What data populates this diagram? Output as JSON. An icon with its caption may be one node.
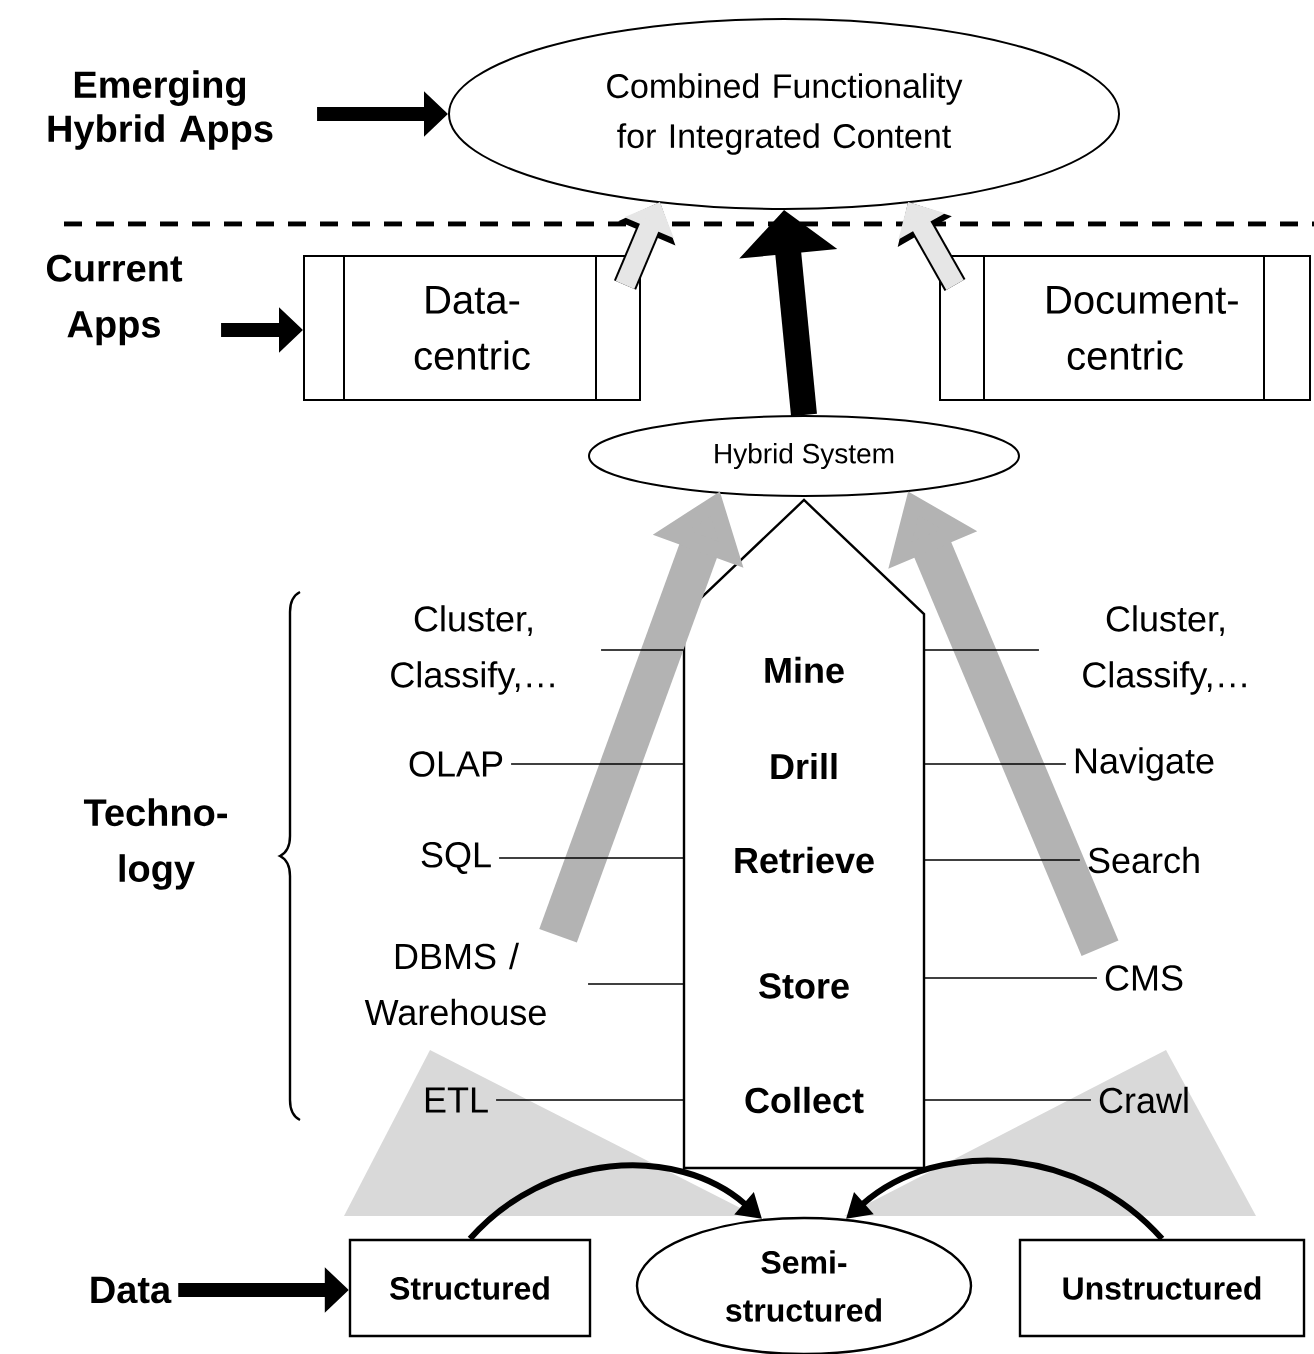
{
  "diagram": {
    "nodes": [
      {
        "text": [
          "Emerging Hybrid Apps"
        ]
      },
      {
        "text": [
          "Combined Functionality for Integrated Content"
        ]
      },
      {
        "text": [
          "Current Apps"
        ]
      },
      {
        "text": [
          "Data- centric"
        ]
      },
      {
        "text": [
          "Document- centric"
        ]
      },
      {
        "text": [
          "Hybrid System"
        ]
      },
      {
        "text": [
          "Mine",
          "Drill",
          "Retrieve",
          "Store",
          "Collect"
        ]
      },
      {
        "text": [
          "Cluster, Classify,…"
        ]
      },
      {
        "text": [
          "Cluster, Classify,…"
        ]
      },
      {
        "text": [
          "OLAP"
        ]
      },
      {
        "text": [
          "Navigate"
        ]
      },
      {
        "text": [
          "SQL"
        ]
      },
      {
        "text": [
          "Search"
        ]
      },
      {
        "text": [
          "DBMS / Warehouse"
        ]
      },
      {
        "text": [
          "CMS"
        ]
      },
      {
        "text": [
          "ETL"
        ]
      },
      {
        "text": [
          "Crawl"
        ]
      },
      {
        "text": [
          "Data"
        ]
      },
      {
        "text": [
          "Structured"
        ]
      },
      {
        "text": [
          "Semi- structured"
        ]
      },
      {
        "text": [
          "Unstructured"
        ]
      }
    ],
    "edges": [
      {
        "from": 0,
        "to": 1,
        "arrow": "to",
        "style": "thick"
      },
      {
        "from": 2,
        "to": 3,
        "arrow": "to",
        "style": "thick"
      },
      {
        "from": 3,
        "to": 1,
        "arrow": "to",
        "style": "thick",
        "color": "#e6e6e6"
      },
      {
        "from": 4,
        "to": 1,
        "arrow": "to",
        "style": "thick",
        "color": "#e6e6e6"
      },
      {
        "from": 5,
        "to": 1,
        "arrow": "to",
        "style": "thick"
      },
      {
        "from": 13,
        "to": 5,
        "arrow": "to",
        "style": "thick",
        "color": "#b3b3b3"
      },
      {
        "from": 14,
        "to": 5,
        "arrow": "to",
        "style": "thick",
        "color": "#b3b3b3"
      },
      {
        "from": 7,
        "to": 6,
        "arrow": "none"
      },
      {
        "from": 9,
        "to": 6,
        "arrow": "none"
      },
      {
        "from": 11,
        "to": 6,
        "arrow": "none"
      },
      {
        "from": 13,
        "to": 6,
        "arrow": "none"
      },
      {
        "from": 15,
        "to": 6,
        "arrow": "none"
      },
      {
        "from": 8,
        "to": 6,
        "arrow": "none"
      },
      {
        "from": 10,
        "to": 6,
        "arrow": "none"
      },
      {
        "from": 12,
        "to": 6,
        "arrow": "none"
      },
      {
        "from": 14,
        "to": 6,
        "arrow": "none"
      },
      {
        "from": 16,
        "to": 6,
        "arrow": "none"
      },
      {
        "from": 17,
        "to": 18,
        "arrow": "to",
        "style": "thick"
      },
      {
        "from": 18,
        "to": 19,
        "arrow": "to",
        "style": "thick"
      },
      {
        "from": 20,
        "to": 19,
        "arrow": "to",
        "style": "thick"
      }
    ],
    "labels": [
      "Techno- logy"
    ]
  }
}
